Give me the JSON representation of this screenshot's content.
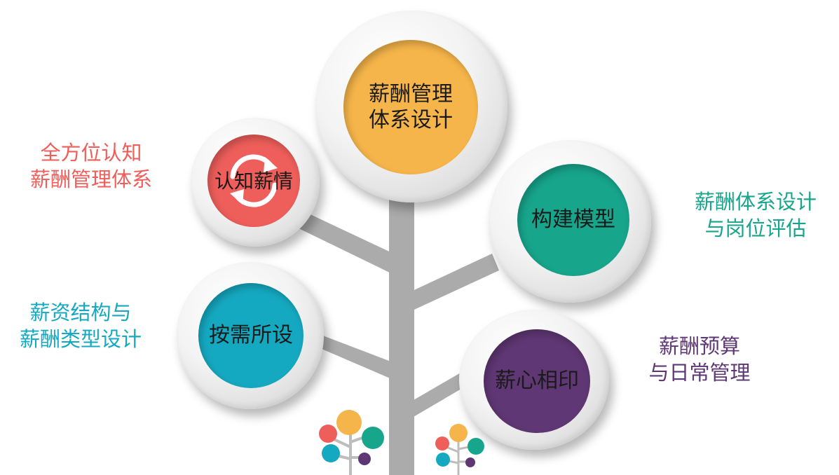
{
  "colors": {
    "trunk": "#ababab",
    "orange": "#f6b54a",
    "red": "#ee5e5a",
    "green": "#17a58c",
    "blue": "#15a9c1",
    "purple": "#5f3774"
  },
  "center": {
    "line1": "薪酬管理",
    "line2": "体系设计"
  },
  "nodes": {
    "cognition": {
      "label": "认知薪情",
      "icon": "refresh-icon"
    },
    "model": {
      "label": "构建模型"
    },
    "design": {
      "label": "按需所设"
    },
    "bond": {
      "label": "薪心相印"
    }
  },
  "side_labels": {
    "cognition": {
      "line1": "全方位认知",
      "line2": "薪酬管理体系"
    },
    "model": {
      "line1": "薪酬体系设计",
      "line2": "与岗位评估"
    },
    "design": {
      "line1": "薪资结构与",
      "line2": "薪酬类型设计"
    },
    "bond": {
      "line1": "薪酬预算",
      "line2": "与日常管理"
    }
  },
  "decorations": [
    "mini-tree-icon",
    "mini-tree-icon"
  ]
}
